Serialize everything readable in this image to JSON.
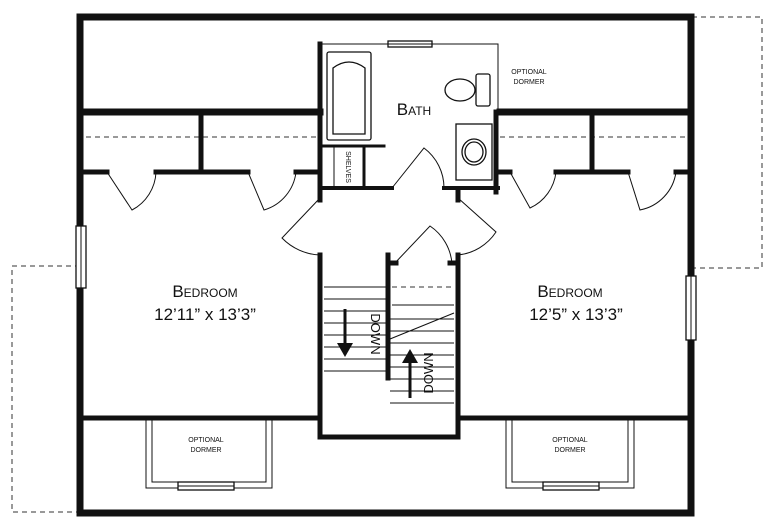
{
  "rooms": {
    "bath": "Bath",
    "bedroom_left": {
      "name": "Bedroom",
      "size": "12’11” x 13’3”"
    },
    "bedroom_right": {
      "name": "Bedroom",
      "size": "12’5” x 13’3”"
    }
  },
  "labels": {
    "shelves": "SHELVES",
    "optional_dormer_line1": "OPTIONAL",
    "optional_dormer_line2": "DORMER",
    "stair_down": "DOWN"
  }
}
